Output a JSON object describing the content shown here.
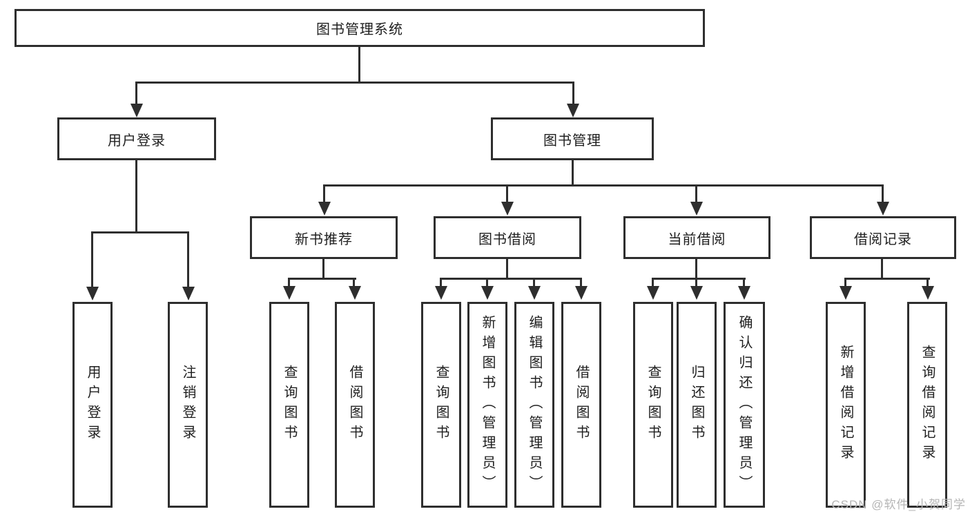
{
  "diagram": {
    "title_node": {
      "label": "图书管理系统"
    },
    "level2": [
      {
        "label": "用户登录"
      },
      {
        "label": "图书管理"
      }
    ],
    "level3": [
      {
        "label": "新书推荐",
        "parent": "图书管理"
      },
      {
        "label": "图书借阅",
        "parent": "图书管理"
      },
      {
        "label": "当前借阅",
        "parent": "图书管理"
      },
      {
        "label": "借阅记录",
        "parent": "图书管理"
      }
    ],
    "level4": [
      {
        "label": "用户登录",
        "parent": "用户登录"
      },
      {
        "label": "注销登录",
        "parent": "用户登录"
      },
      {
        "label": "查询图书",
        "parent": "新书推荐"
      },
      {
        "label": "借阅图书",
        "parent": "新书推荐"
      },
      {
        "label": "查询图书",
        "parent": "图书借阅"
      },
      {
        "label": "新增图书（管理员）",
        "parent": "图书借阅"
      },
      {
        "label": "编辑图书（管理员）",
        "parent": "图书借阅"
      },
      {
        "label": "借阅图书",
        "parent": "图书借阅"
      },
      {
        "label": "查询图书",
        "parent": "当前借阅"
      },
      {
        "label": "归还图书",
        "parent": "当前借阅"
      },
      {
        "label": "确认归还（管理员）",
        "parent": "当前借阅"
      },
      {
        "label": "新增借阅记录",
        "parent": "借阅记录"
      },
      {
        "label": "查询借阅记录",
        "parent": "借阅记录"
      }
    ]
  },
  "watermark": {
    "text": "CSDN @软件_小贺同学"
  },
  "colors": {
    "line": "#2e2e2e",
    "box_border": "#2e2e2e",
    "box_background": "#ffffff",
    "text": "#1f1f1f",
    "watermark_text": "#b5b5b5",
    "background": "#ffffff"
  }
}
